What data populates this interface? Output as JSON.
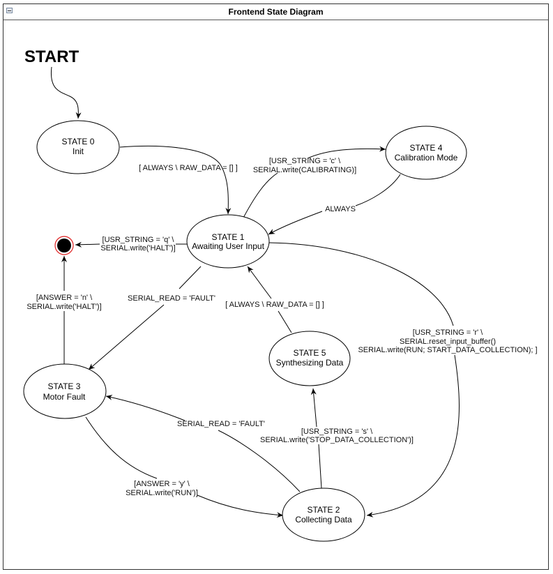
{
  "window": {
    "title": "Frontend State Diagram",
    "collapse_icon": "minus-box-icon"
  },
  "start_label": "START",
  "states": [
    {
      "id": "s0",
      "line1": "STATE 0",
      "line2": "Init"
    },
    {
      "id": "s1",
      "line1": "STATE 1",
      "line2": "Awaiting User Input"
    },
    {
      "id": "s2",
      "line1": "STATE 2",
      "line2": "Collecting Data"
    },
    {
      "id": "s3",
      "line1": "STATE 3",
      "line2": "Motor Fault"
    },
    {
      "id": "s4",
      "line1": "STATE 4",
      "line2": "Calibration Mode"
    },
    {
      "id": "s5",
      "line1": "STATE 5",
      "line2": "Synthesizing Data"
    }
  ],
  "final_state": {
    "name": "end",
    "ring_color": "#e02020",
    "fill_color": "#000000"
  },
  "transitions": [
    {
      "from": "start",
      "to": "s0",
      "label": []
    },
    {
      "from": "s0",
      "to": "s1",
      "label": [
        "[ ALWAYS \\ RAW_DATA = [] ]"
      ]
    },
    {
      "from": "s1",
      "to": "s4",
      "label": [
        "[USR_STRING = 'c' \\",
        "SERIAL.write(CALIBRATING)]"
      ]
    },
    {
      "from": "s4",
      "to": "s1",
      "label": [
        "ALWAYS"
      ]
    },
    {
      "from": "s1",
      "to": "end",
      "label": [
        "[USR_STRING = 'q' \\",
        "SERIAL.write('HALT')]"
      ]
    },
    {
      "from": "s3",
      "to": "end",
      "label": [
        "[ANSWER = 'n' \\",
        "SERIAL.write('HALT')]"
      ]
    },
    {
      "from": "s1",
      "to": "s3",
      "label": [
        "SERIAL_READ = 'FAULT'"
      ]
    },
    {
      "from": "s5",
      "to": "s1",
      "label": [
        "[ ALWAYS \\ RAW_DATA = [] ]"
      ]
    },
    {
      "from": "s1",
      "to": "s2",
      "label": [
        "[USR_STRING = 'r' \\",
        "SERIAL.reset_input_buffer()",
        "SERIAL.write(RUN; START_DATA_COLLECTION); ]"
      ]
    },
    {
      "from": "s2",
      "to": "s3",
      "label": [
        "SERIAL_READ = 'FAULT'"
      ]
    },
    {
      "from": "s2",
      "to": "s5",
      "label": [
        "[USR_STRING = 's' \\",
        "SERIAL.write('STOP_DATA_COLLECTION')]"
      ]
    },
    {
      "from": "s3",
      "to": "s2",
      "label": [
        "[ANSWER = 'y' \\",
        "SERIAL.write('RUN')]"
      ]
    }
  ]
}
